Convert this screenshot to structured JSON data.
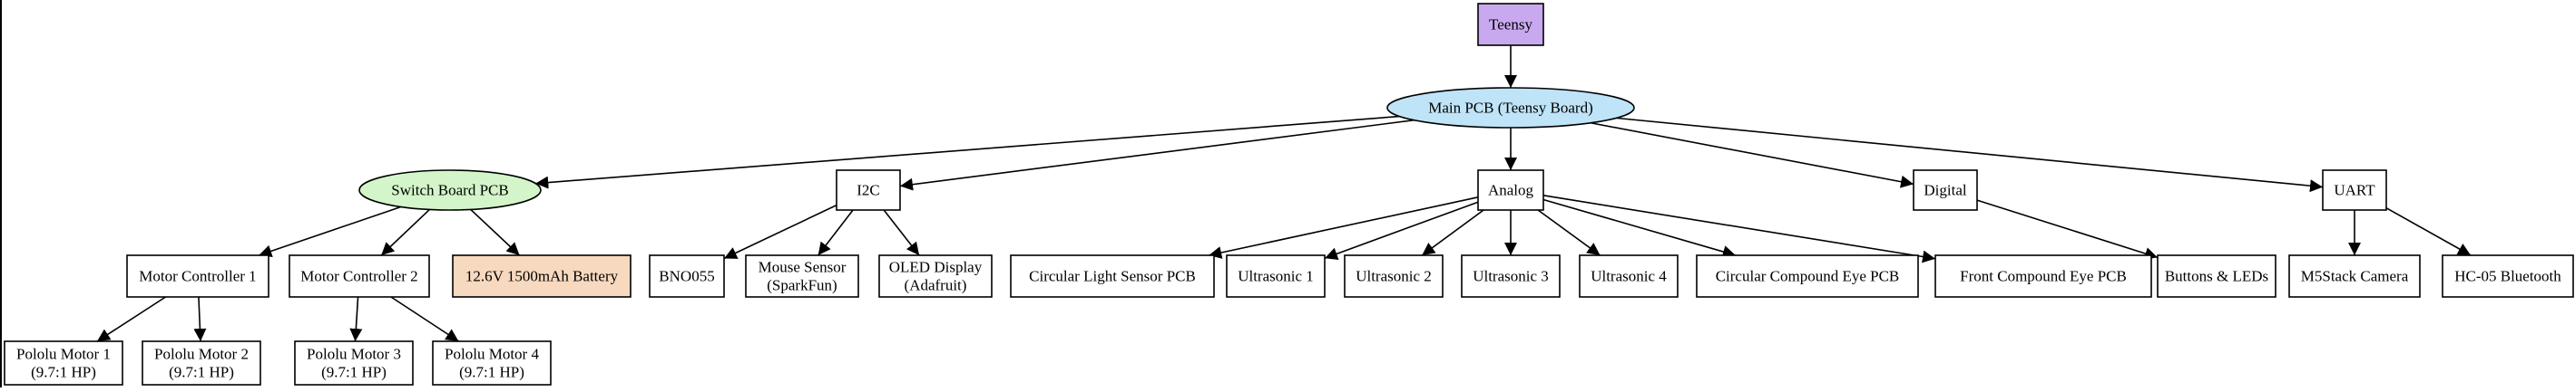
{
  "diagram": {
    "colors": {
      "teensy_fill": "#c8a9ef",
      "main_pcb_fill": "#bfe3f7",
      "switch_board_fill": "#d3f5c9",
      "battery_fill": "#f7d9bf",
      "default_fill": "#ffffff",
      "stroke": "#000000"
    },
    "nodes": {
      "teensy": {
        "label": [
          "Teensy"
        ]
      },
      "main_pcb": {
        "label": [
          "Main PCB (Teensy Board)"
        ]
      },
      "switch_board": {
        "label": [
          "Switch Board PCB"
        ]
      },
      "i2c": {
        "label": [
          "I2C"
        ]
      },
      "analog": {
        "label": [
          "Analog"
        ]
      },
      "digital": {
        "label": [
          "Digital"
        ]
      },
      "uart": {
        "label": [
          "UART"
        ]
      },
      "motor_ctrl_1": {
        "label": [
          "Motor Controller 1"
        ]
      },
      "motor_ctrl_2": {
        "label": [
          "Motor Controller 2"
        ]
      },
      "battery": {
        "label": [
          "12.6V 1500mAh Battery"
        ]
      },
      "bno055": {
        "label": [
          "BNO055"
        ]
      },
      "mouse_sensor": {
        "label": [
          "Mouse Sensor",
          "(SparkFun)"
        ]
      },
      "oled_display": {
        "label": [
          "OLED Display",
          "(Adafruit)"
        ]
      },
      "circular_light": {
        "label": [
          "Circular Light Sensor PCB"
        ]
      },
      "ultrasonic_1": {
        "label": [
          "Ultrasonic 1"
        ]
      },
      "ultrasonic_2": {
        "label": [
          "Ultrasonic 2"
        ]
      },
      "ultrasonic_3": {
        "label": [
          "Ultrasonic 3"
        ]
      },
      "ultrasonic_4": {
        "label": [
          "Ultrasonic 4"
        ]
      },
      "circular_eye": {
        "label": [
          "Circular Compound Eye PCB"
        ]
      },
      "front_eye": {
        "label": [
          "Front Compound Eye PCB"
        ]
      },
      "buttons_leds": {
        "label": [
          "Buttons & LEDs"
        ]
      },
      "m5stack": {
        "label": [
          "M5Stack Camera"
        ]
      },
      "hc05": {
        "label": [
          "HC-05 Bluetooth"
        ]
      },
      "motor_1": {
        "label": [
          "Pololu Motor 1",
          "(9.7:1 HP)"
        ]
      },
      "motor_2": {
        "label": [
          "Pololu Motor 2",
          "(9.7:1 HP)"
        ]
      },
      "motor_3": {
        "label": [
          "Pololu Motor 3",
          "(9.7:1 HP)"
        ]
      },
      "motor_4": {
        "label": [
          "Pololu Motor 4",
          "(9.7:1 HP)"
        ]
      }
    },
    "edges": [
      [
        "teensy",
        "main_pcb"
      ],
      [
        "main_pcb",
        "switch_board"
      ],
      [
        "main_pcb",
        "i2c"
      ],
      [
        "main_pcb",
        "analog"
      ],
      [
        "main_pcb",
        "digital"
      ],
      [
        "main_pcb",
        "uart"
      ],
      [
        "switch_board",
        "motor_ctrl_1"
      ],
      [
        "switch_board",
        "motor_ctrl_2"
      ],
      [
        "switch_board",
        "battery"
      ],
      [
        "i2c",
        "bno055"
      ],
      [
        "i2c",
        "mouse_sensor"
      ],
      [
        "i2c",
        "oled_display"
      ],
      [
        "analog",
        "circular_light"
      ],
      [
        "analog",
        "ultrasonic_1"
      ],
      [
        "analog",
        "ultrasonic_2"
      ],
      [
        "analog",
        "ultrasonic_3"
      ],
      [
        "analog",
        "ultrasonic_4"
      ],
      [
        "analog",
        "circular_eye"
      ],
      [
        "analog",
        "front_eye"
      ],
      [
        "digital",
        "buttons_leds"
      ],
      [
        "uart",
        "m5stack"
      ],
      [
        "uart",
        "hc05"
      ],
      [
        "motor_ctrl_1",
        "motor_1"
      ],
      [
        "motor_ctrl_1",
        "motor_2"
      ],
      [
        "motor_ctrl_2",
        "motor_3"
      ],
      [
        "motor_ctrl_2",
        "motor_4"
      ]
    ]
  }
}
